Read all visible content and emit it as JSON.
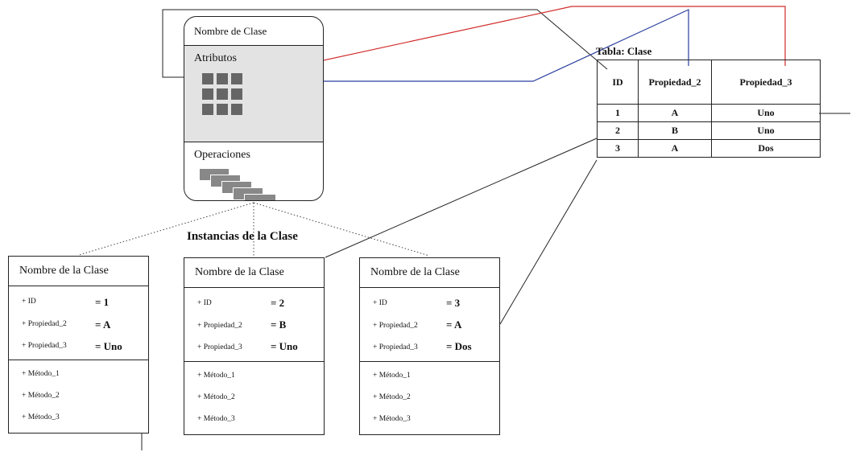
{
  "class_template": {
    "title": "Nombre de Clase",
    "attributes_label": "Atributos",
    "operations_label": "Operaciones"
  },
  "table": {
    "title": "Tabla: Clase",
    "headers": [
      "ID",
      "Propiedad_2",
      "Propiedad_3"
    ],
    "rows": [
      [
        "1",
        "A",
        "Uno"
      ],
      [
        "2",
        "B",
        "Uno"
      ],
      [
        "3",
        "A",
        "Dos"
      ]
    ]
  },
  "instances_heading": "Instancias de la Clase",
  "instances": [
    {
      "title": "Nombre de la Clase",
      "attributes": [
        {
          "name": "+ ID",
          "value": "= 1"
        },
        {
          "name": "+ Propiedad_2",
          "value": "= A"
        },
        {
          "name": "+ Propiedad_3",
          "value": "= Uno"
        }
      ],
      "methods": [
        "+ Método_1",
        "+ Método_2",
        "+ Método_3"
      ]
    },
    {
      "title": "Nombre de la Clase",
      "attributes": [
        {
          "name": "+ ID",
          "value": "= 2"
        },
        {
          "name": "+ Propiedad_2",
          "value": "= B"
        },
        {
          "name": "+ Propiedad_3",
          "value": "= Uno"
        }
      ],
      "methods": [
        "+ Método_1",
        "+ Método_2",
        "+ Método_3"
      ]
    },
    {
      "title": "Nombre de la Clase",
      "attributes": [
        {
          "name": "+ ID",
          "value": "= 3"
        },
        {
          "name": "+ Propiedad_2",
          "value": "= A"
        },
        {
          "name": "+ Propiedad_3",
          "value": "= Dos"
        }
      ],
      "methods": [
        "+ Método_1",
        "+ Método_2",
        "+ Método_3"
      ]
    }
  ],
  "colors": {
    "red_link": "#d22a2a",
    "blue_link": "#2a3e9c",
    "attribute_fill": "#e3e3e3",
    "grid_cell": "#666666"
  }
}
